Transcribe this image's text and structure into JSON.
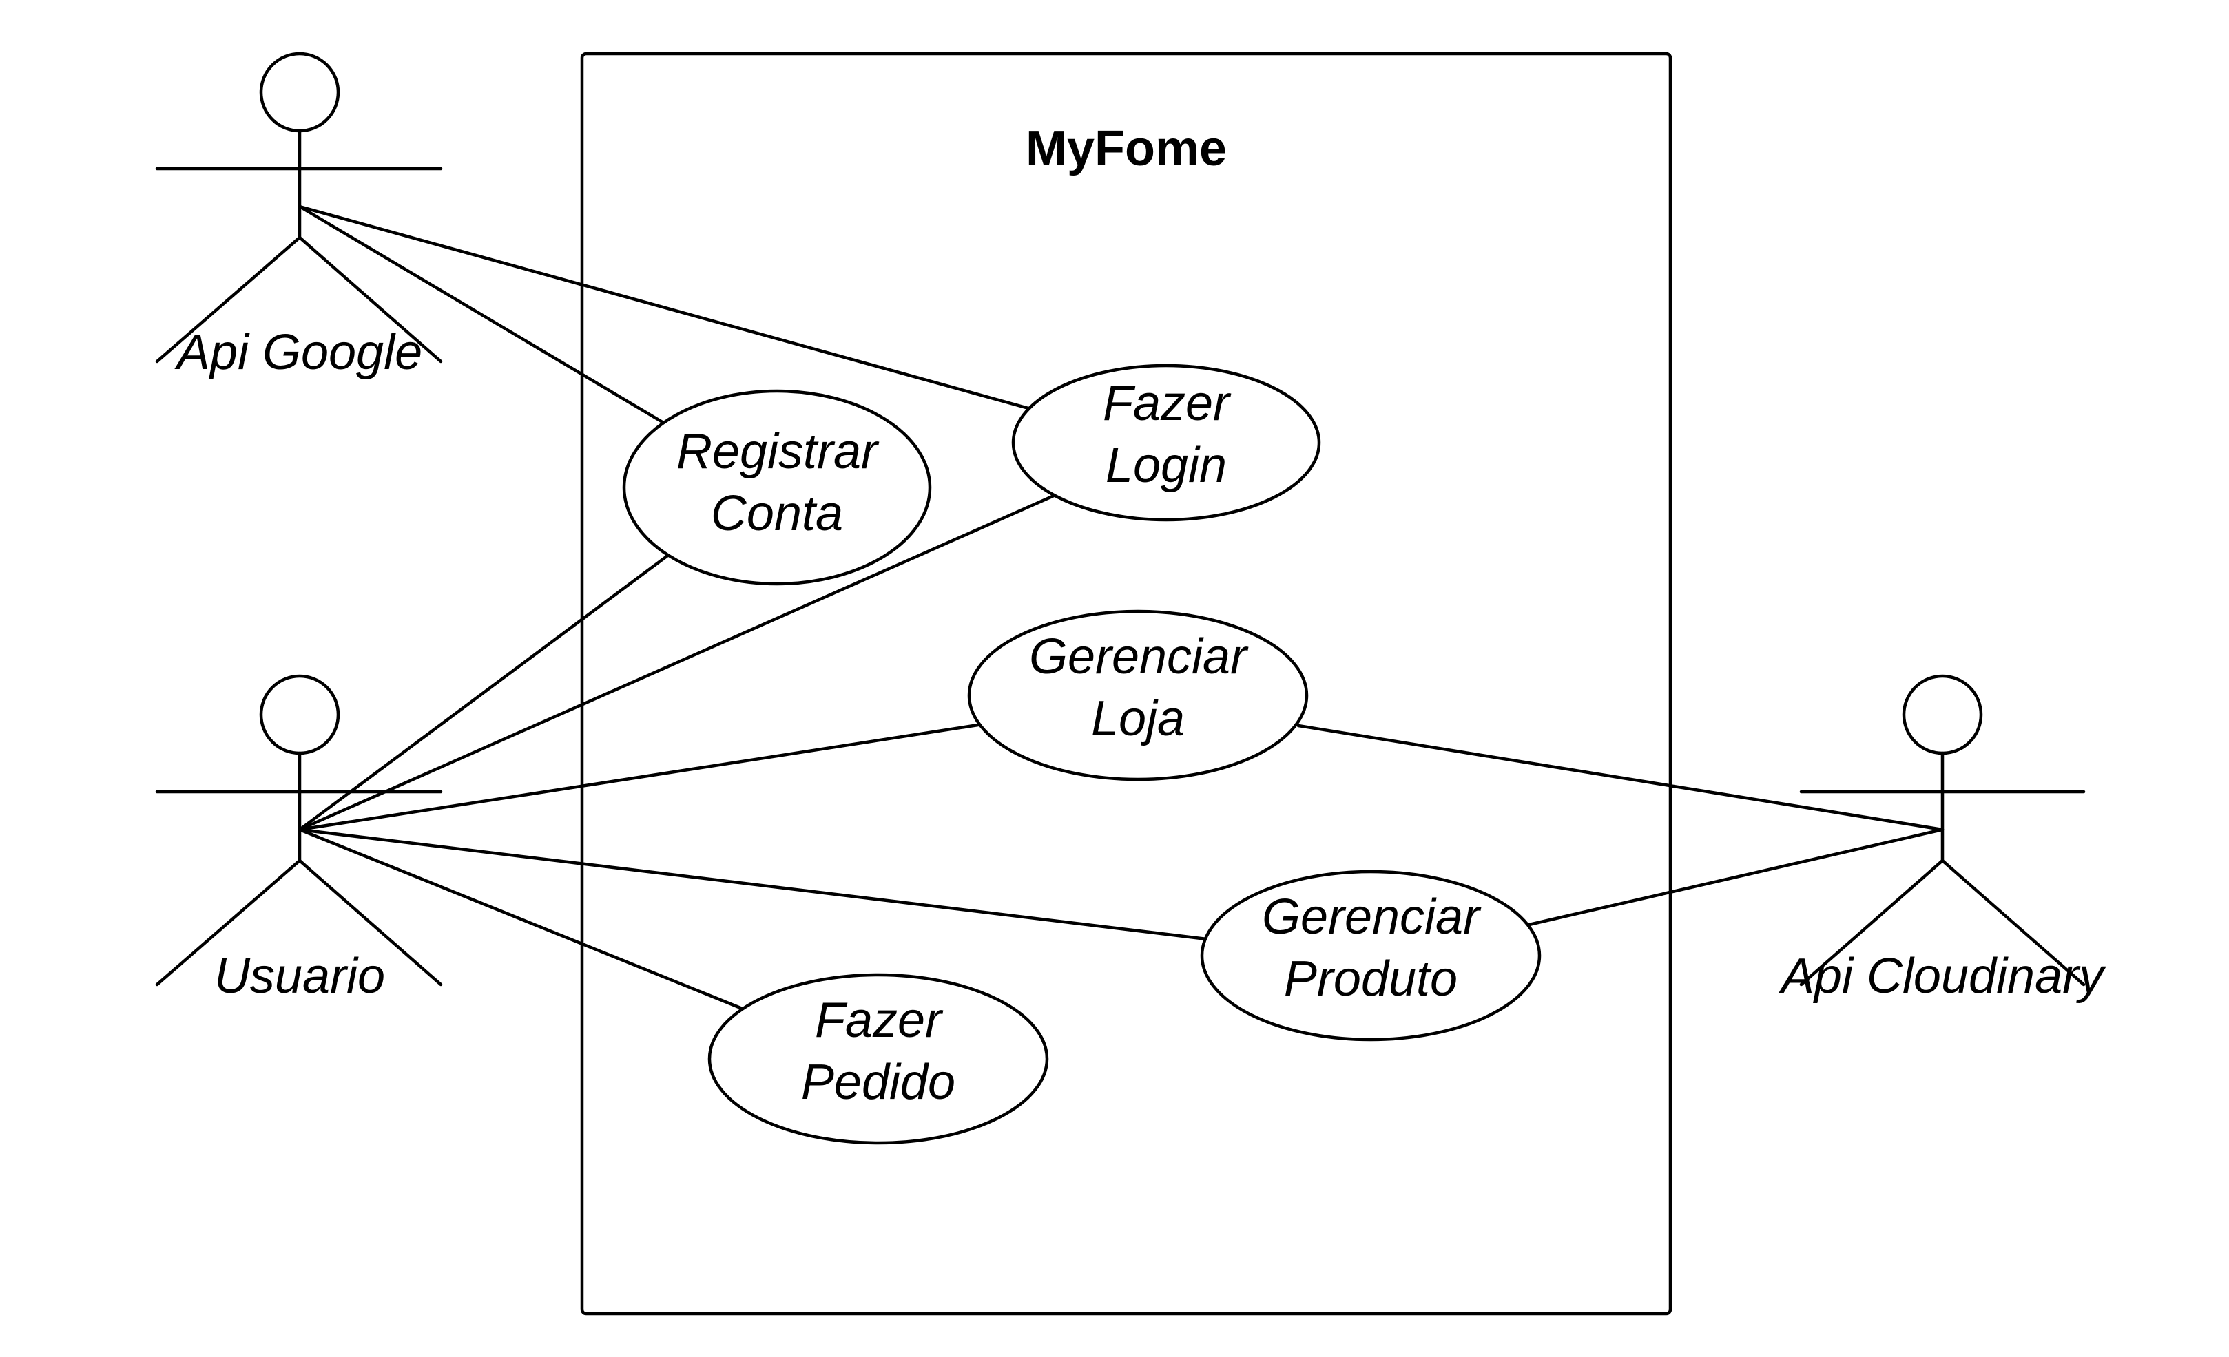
{
  "diagram": {
    "type": "use-case",
    "system": {
      "title": "MyFome"
    },
    "actors": {
      "api_google": {
        "name": "Api Google"
      },
      "usuario": {
        "name": "Usuario"
      },
      "api_cloudinary": {
        "name": "Api Cloudinary"
      }
    },
    "use_cases": {
      "registrar_conta": {
        "line1": "Registrar",
        "line2": "Conta"
      },
      "fazer_login": {
        "line1": "Fazer",
        "line2": "Login"
      },
      "gerenciar_loja": {
        "line1": "Gerenciar",
        "line2": "Loja"
      },
      "gerenciar_produto": {
        "line1": "Gerenciar",
        "line2": "Produto"
      },
      "fazer_pedido": {
        "line1": "Fazer",
        "line2": "Pedido"
      }
    },
    "associations": [
      [
        "Api Google",
        "Registrar Conta"
      ],
      [
        "Api Google",
        "Fazer Login"
      ],
      [
        "Usuario",
        "Registrar Conta"
      ],
      [
        "Usuario",
        "Fazer Login"
      ],
      [
        "Usuario",
        "Gerenciar Loja"
      ],
      [
        "Usuario",
        "Gerenciar Produto"
      ],
      [
        "Usuario",
        "Fazer Pedido"
      ],
      [
        "Api Cloudinary",
        "Gerenciar Loja"
      ],
      [
        "Api Cloudinary",
        "Gerenciar Produto"
      ]
    ]
  }
}
